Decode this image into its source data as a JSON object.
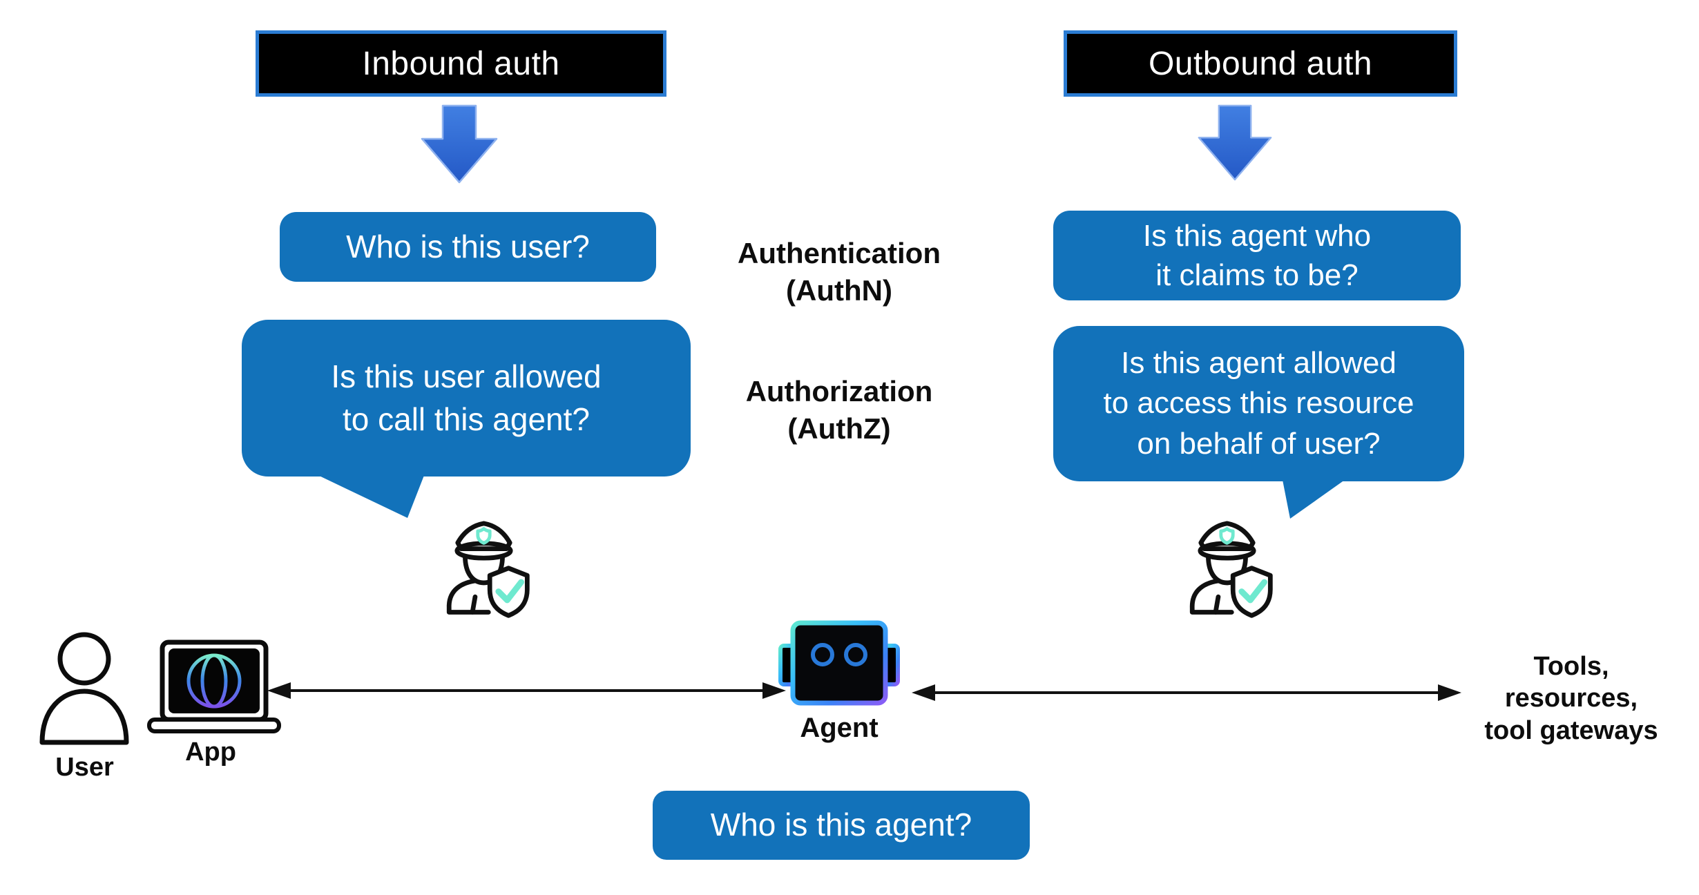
{
  "palette": {
    "question_blue": "#1272BA",
    "header_bg": "#000000",
    "header_border": "#2B7CD3",
    "down_arrow_blue": "#2F6FD6",
    "arrow_black": "#111111",
    "text_white": "#FFFFFF",
    "teal_accent": "#6FE9CF",
    "eye_blue": "#2878D8",
    "robot_gradient": [
      "#5EE6D0",
      "#38BDF8",
      "#3B82F6",
      "#8B5CF6"
    ],
    "globe_gradient": [
      "#7BEBCB",
      "#3E86E8",
      "#7C52EA"
    ]
  },
  "inbound": {
    "header": "Inbound auth",
    "authn_question": "Who is this user?",
    "authz_question_lines": [
      "Is this user allowed",
      "to call this agent?"
    ]
  },
  "outbound": {
    "header": "Outbound auth",
    "authn_question_lines": [
      "Is this agent who",
      "it claims to be?"
    ],
    "authz_question_lines": [
      "Is this agent allowed",
      "to access this resource",
      "on behalf of user?"
    ]
  },
  "legend": {
    "authn_lines": [
      "Authentication",
      "(AuthN)"
    ],
    "authz_lines": [
      "Authorization",
      "(AuthZ)"
    ]
  },
  "actors": {
    "user": "User",
    "app": "App",
    "agent": "Agent",
    "tools_lines": [
      "Tools,",
      "resources,",
      "tool gateways"
    ]
  },
  "footer": {
    "agent_question": "Who is this agent?"
  },
  "icons": {
    "guard": "police-officer-with-shield-check",
    "user": "person-outline",
    "app": "laptop-with-globe",
    "agent": "robot-head",
    "down_arrow": "block-arrow-down",
    "link_arrow": "double-headed-arrow"
  }
}
